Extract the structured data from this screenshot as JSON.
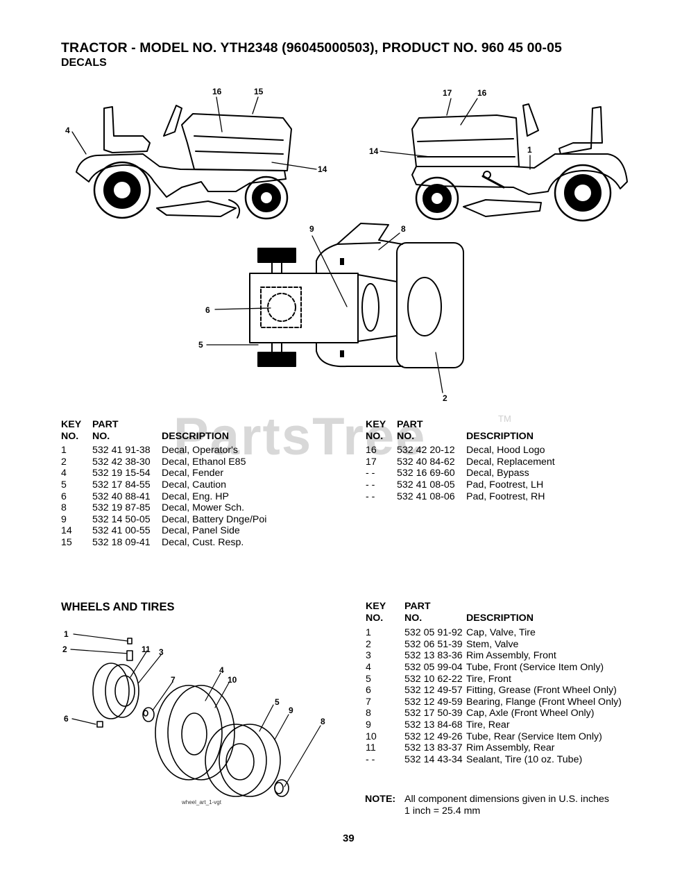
{
  "header": {
    "title": "TRACTOR - MODEL NO. YTH2348 (96045000503), PRODUCT NO. 960 45 00-05",
    "subtitle": "DECALS"
  },
  "watermark": {
    "text": "PartsTree",
    "tm": "TM"
  },
  "decal_callouts": [
    "16",
    "15",
    "4",
    "14",
    "17",
    "16",
    "14",
    "1",
    "9",
    "8",
    "6",
    "5",
    "2"
  ],
  "columns": {
    "key1": "KEY",
    "key2": "NO.",
    "part1": "PART",
    "part2": "NO.",
    "desc": "DESCRIPTION"
  },
  "decals_left": [
    {
      "key": "1",
      "part": "532 41 91-38",
      "desc": "Decal, Operator's"
    },
    {
      "key": "2",
      "part": "532 42 38-30",
      "desc": "Decal, Ethanol E85"
    },
    {
      "key": "4",
      "part": "532 19 15-54",
      "desc": "Decal, Fender"
    },
    {
      "key": "5",
      "part": "532 17 84-55",
      "desc": "Decal, Caution"
    },
    {
      "key": "6",
      "part": "532 40 88-41",
      "desc": "Decal, Eng. HP"
    },
    {
      "key": "8",
      "part": "532 19 87-85",
      "desc": "Decal, Mower Sch."
    },
    {
      "key": "9",
      "part": "532 14 50-05",
      "desc": "Decal, Battery Dnge/Poi"
    },
    {
      "key": "14",
      "part": "532 41 00-55",
      "desc": "Decal, Panel Side"
    },
    {
      "key": "15",
      "part": "532 18 09-41",
      "desc": "Decal, Cust. Resp."
    }
  ],
  "decals_right": [
    {
      "key": "16",
      "part": "532 42 20-12",
      "desc": "Decal, Hood Logo"
    },
    {
      "key": "17",
      "part": "532 40 84-62",
      "desc": "Decal, Replacement"
    },
    {
      "key": "- -",
      "part": "532 16 69-60",
      "desc": "Decal, Bypass"
    },
    {
      "key": "- -",
      "part": "532 41 08-05",
      "desc": "Pad, Footrest, LH"
    },
    {
      "key": "- -",
      "part": "532 41 08-06",
      "desc": "Pad, Footrest, RH"
    }
  ],
  "wheels": {
    "section_title": "WHEELS AND TIRES",
    "callouts": [
      "1",
      "2",
      "11",
      "3",
      "7",
      "4",
      "10",
      "5",
      "9",
      "6",
      "8"
    ],
    "art_caption": "wheel_art_1-vgt",
    "items": [
      {
        "key": "1",
        "part": "532 05 91-92",
        "desc": "Cap, Valve, Tire"
      },
      {
        "key": "2",
        "part": "532 06 51-39",
        "desc": "Stem, Valve"
      },
      {
        "key": "3",
        "part": "532 13 83-36",
        "desc": "Rim Assembly, Front"
      },
      {
        "key": "4",
        "part": "532 05 99-04",
        "desc": "Tube, Front (Service Item Only)"
      },
      {
        "key": "5",
        "part": "532 10 62-22",
        "desc": "Tire, Front"
      },
      {
        "key": "6",
        "part": "532 12 49-57",
        "desc": "Fitting, Grease (Front Wheel Only)"
      },
      {
        "key": "7",
        "part": "532 12 49-59",
        "desc": "Bearing, Flange (Front Wheel Only)"
      },
      {
        "key": "8",
        "part": "532 17 50-39",
        "desc": "Cap, Axle (Front Wheel Only)"
      },
      {
        "key": "9",
        "part": "532 13 84-68",
        "desc": "Tire, Rear"
      },
      {
        "key": "10",
        "part": "532 12 49-26",
        "desc": "Tube, Rear (Service Item Only)"
      },
      {
        "key": "11",
        "part": "532 13 83-37",
        "desc": "Rim Assembly, Rear"
      },
      {
        "key": "- -",
        "part": "532 14 43-34",
        "desc": "Sealant, Tire (10 oz. Tube)"
      }
    ]
  },
  "note": {
    "label": "NOTE:",
    "line1": "All component dimensions given in U.S. inches",
    "line2": "1 inch = 25.4 mm"
  },
  "page_number": "39"
}
